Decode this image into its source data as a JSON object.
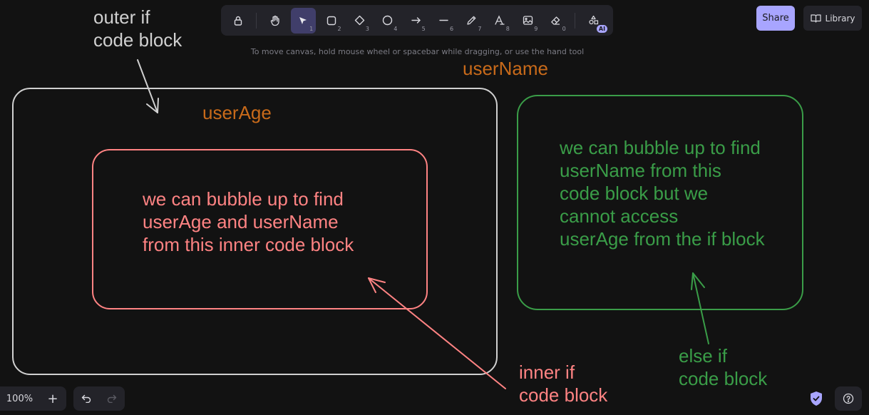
{
  "toolbar": {
    "tools": [
      {
        "name": "lock",
        "icon": "lock-icon",
        "num": ""
      },
      {
        "name": "hand",
        "icon": "hand-icon",
        "num": ""
      },
      {
        "name": "selection",
        "icon": "pointer-icon",
        "num": "1"
      },
      {
        "name": "rectangle",
        "icon": "square-icon",
        "num": "2"
      },
      {
        "name": "diamond",
        "icon": "diamond-icon",
        "num": "3"
      },
      {
        "name": "ellipse",
        "icon": "circle-icon",
        "num": "4"
      },
      {
        "name": "arrow",
        "icon": "arrow-icon",
        "num": "5"
      },
      {
        "name": "line",
        "icon": "line-icon",
        "num": "6"
      },
      {
        "name": "draw",
        "icon": "pencil-icon",
        "num": "7"
      },
      {
        "name": "text",
        "icon": "text-icon",
        "num": "8"
      },
      {
        "name": "image",
        "icon": "image-icon",
        "num": "9"
      },
      {
        "name": "eraser",
        "icon": "eraser-icon",
        "num": "0"
      }
    ],
    "active_tool": "selection",
    "ai_badge": "AI"
  },
  "hint": "To move canvas, hold mouse wheel or spacebar while dragging, or use the hand tool",
  "header": {
    "share_label": "Share",
    "library_label": "Library"
  },
  "footer": {
    "zoom": "100%",
    "zoom_in": "+"
  },
  "colors": {
    "background": "#121212",
    "white_stroke": "#d0d0d0",
    "red": "#ff8383",
    "green": "#3a9d48",
    "orange": "#c86a1a",
    "accent": "#a8a5ff"
  },
  "canvas": {
    "outer_label": "outer if\ncode block",
    "user_age": "userAge",
    "user_name": "userName",
    "inner_text": "we can bubble up to find\nuserAge and userName\nfrom this inner code block",
    "inner_label": "inner if\ncode block",
    "else_text": "we can bubble up to find\nuserName from this\ncode block but we\ncannot access\nuserAge from the if block",
    "else_label": "else if\ncode block"
  }
}
